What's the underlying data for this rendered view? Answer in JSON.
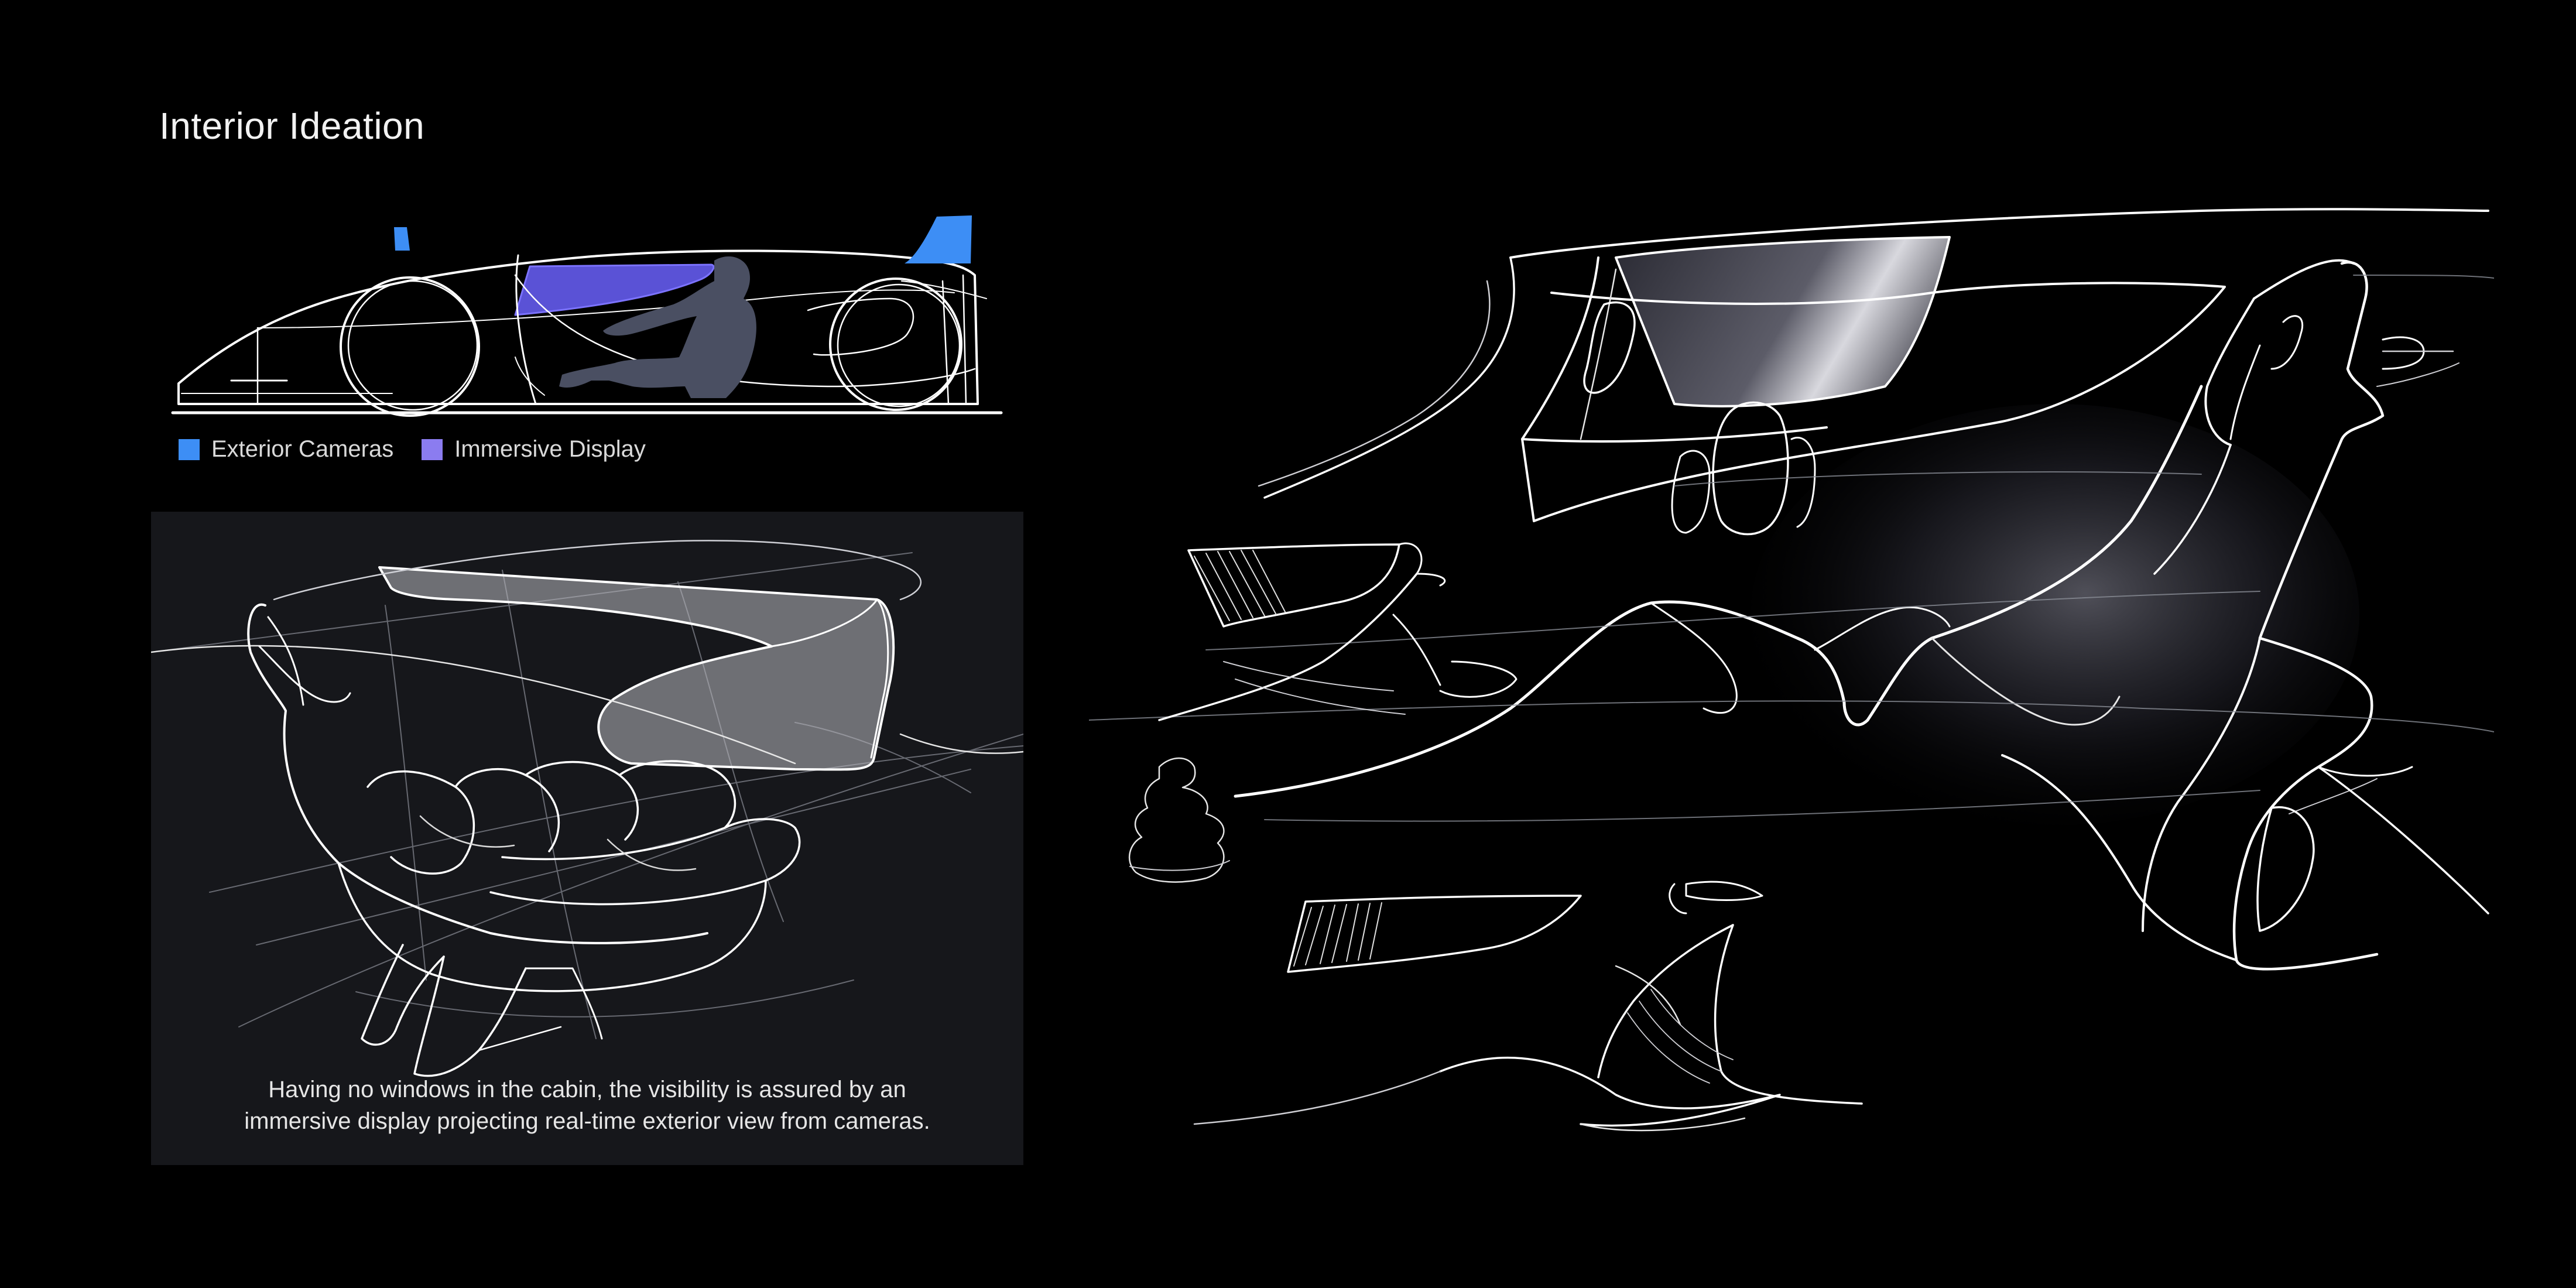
{
  "title": "Interior Ideation",
  "legend": [
    {
      "label": "Exterior Cameras",
      "color": "#3d8ef5"
    },
    {
      "label": "Immersive Display",
      "color": "#8b7cf0"
    }
  ],
  "caption": {
    "line1": "Having no windows in the cabin, the visibility is assured by an",
    "line2": "immersive display projecting real-time exterior view from cameras."
  },
  "colors": {
    "background": "#000000",
    "panel": "#16171b",
    "sketch_line": "#ffffff",
    "camera_blue": "#3d8ef5",
    "display_violet": "#5a52d6",
    "occupant_gray": "#4a4f62"
  },
  "icons": {
    "side_view": "car-side-view-sketch",
    "cabin_sketch": "cabin-interior-sketch",
    "seat_sketch": "seat-concept-sketch"
  }
}
